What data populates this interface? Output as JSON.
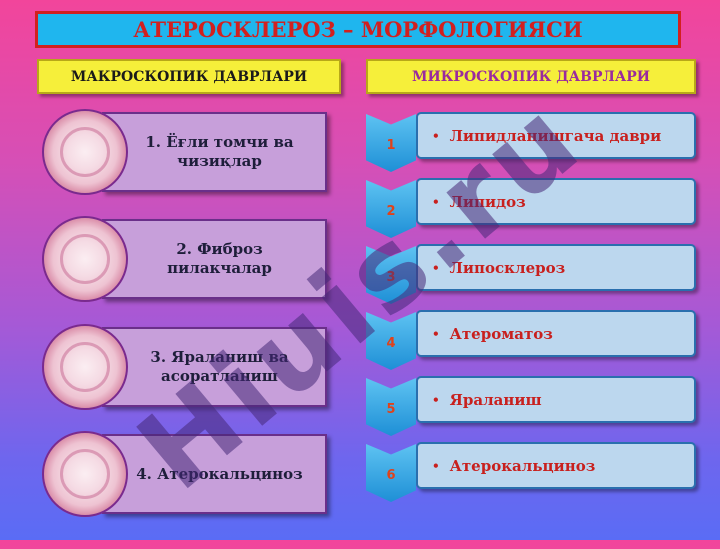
{
  "title": "АТЕРОСКЛЕРОЗ – МОРФОЛОГИЯСИ",
  "headers": {
    "macro": "МАКРОСКОПИК ДАВРЛАРИ",
    "micro": "МИКРОСКОПИК ДАВРЛАРИ"
  },
  "macro_stages": [
    {
      "line1": "1. Ёғли томчи ва",
      "line2": "чизиқлар"
    },
    {
      "line1": "2. Фиброз",
      "line2": "пилакчалар"
    },
    {
      "line1": "3. Яраланиш ва",
      "line2": "асоратланиш"
    },
    {
      "line1": "4. Атерокальциноз",
      "line2": ""
    }
  ],
  "micro_stages": [
    {
      "num": "1",
      "label": "Липидланишгача даври"
    },
    {
      "num": "2",
      "label": "Липидоз"
    },
    {
      "num": "3",
      "label": "Липосклероз"
    },
    {
      "num": "4",
      "label": "Атероматоз"
    },
    {
      "num": "5",
      "label": "Яраланиш"
    },
    {
      "num": "6",
      "label": "Атерокальциноз"
    }
  ],
  "bullet": "•",
  "watermark": "Hiuis.ru",
  "colors": {
    "title_bg": "#1fb6ee",
    "title_text": "#d2201f",
    "header_bg": "#f6ef3a",
    "macro_box": "#c79fda",
    "micro_box": "#bcd7ee",
    "chevron": "#1e8fd6",
    "micro_text": "#c8201e"
  }
}
